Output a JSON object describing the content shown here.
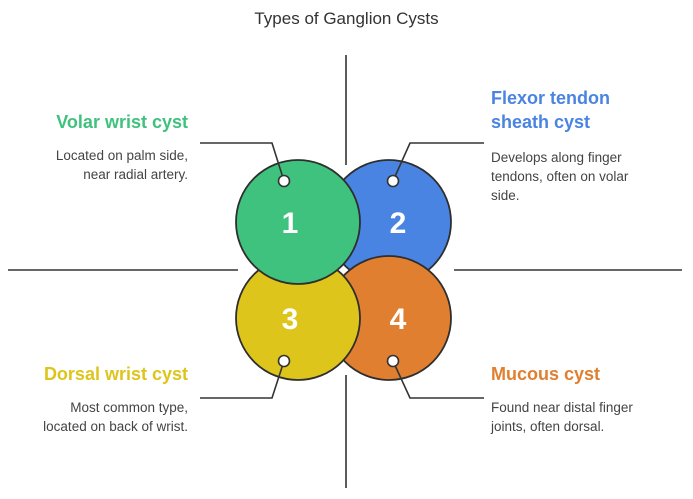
{
  "title": "Types of Ganglion Cysts",
  "items": [
    {
      "number": "1",
      "heading_lines": [
        "Volar wrist cyst"
      ],
      "desc_lines": [
        "Located on palm side,",
        "near radial artery."
      ],
      "color": "#3FC27E"
    },
    {
      "number": "2",
      "heading_lines": [
        "Flexor tendon",
        "sheath cyst"
      ],
      "desc_lines": [
        "Develops along finger",
        "tendons, often on volar",
        "side."
      ],
      "color": "#4A84E2"
    },
    {
      "number": "3",
      "heading_lines": [
        "Dorsal wrist cyst"
      ],
      "desc_lines": [
        "Most common type,",
        "located on back of wrist."
      ],
      "color": "#DDC51B"
    },
    {
      "number": "4",
      "heading_lines": [
        "Mucous cyst"
      ],
      "desc_lines": [
        "Found near distal finger",
        "joints, often dorsal."
      ],
      "color": "#E17F30"
    }
  ],
  "colors": {
    "outline": "#2E2E2E",
    "title": "#333333",
    "description": "#444444"
  }
}
